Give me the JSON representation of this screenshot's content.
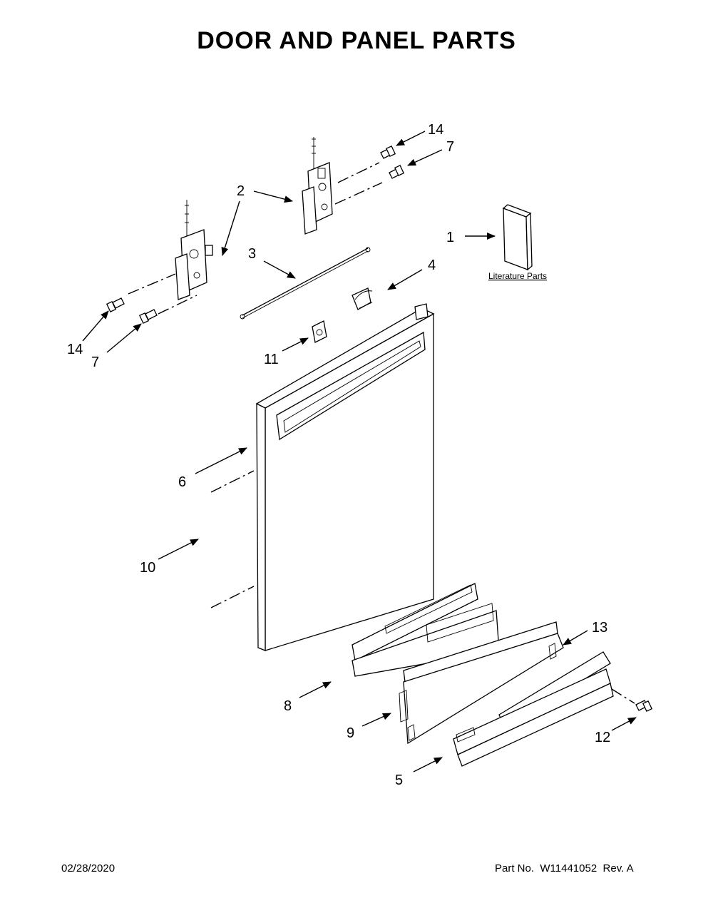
{
  "title": "DOOR AND PANEL PARTS",
  "literature_label": "Literature Parts",
  "callouts": {
    "c1": "1",
    "c2": "2",
    "c3": "3",
    "c4": "4",
    "c5": "5",
    "c6": "6",
    "c7a": "7",
    "c7b": "7",
    "c8": "8",
    "c9": "9",
    "c10": "10",
    "c11": "11",
    "c12": "12",
    "c13": "13",
    "c14a": "14",
    "c14b": "14"
  },
  "footer": {
    "date": "02/28/2020",
    "part_label": "Part No.",
    "part_number": "W11441052",
    "revision": "Rev. A"
  }
}
